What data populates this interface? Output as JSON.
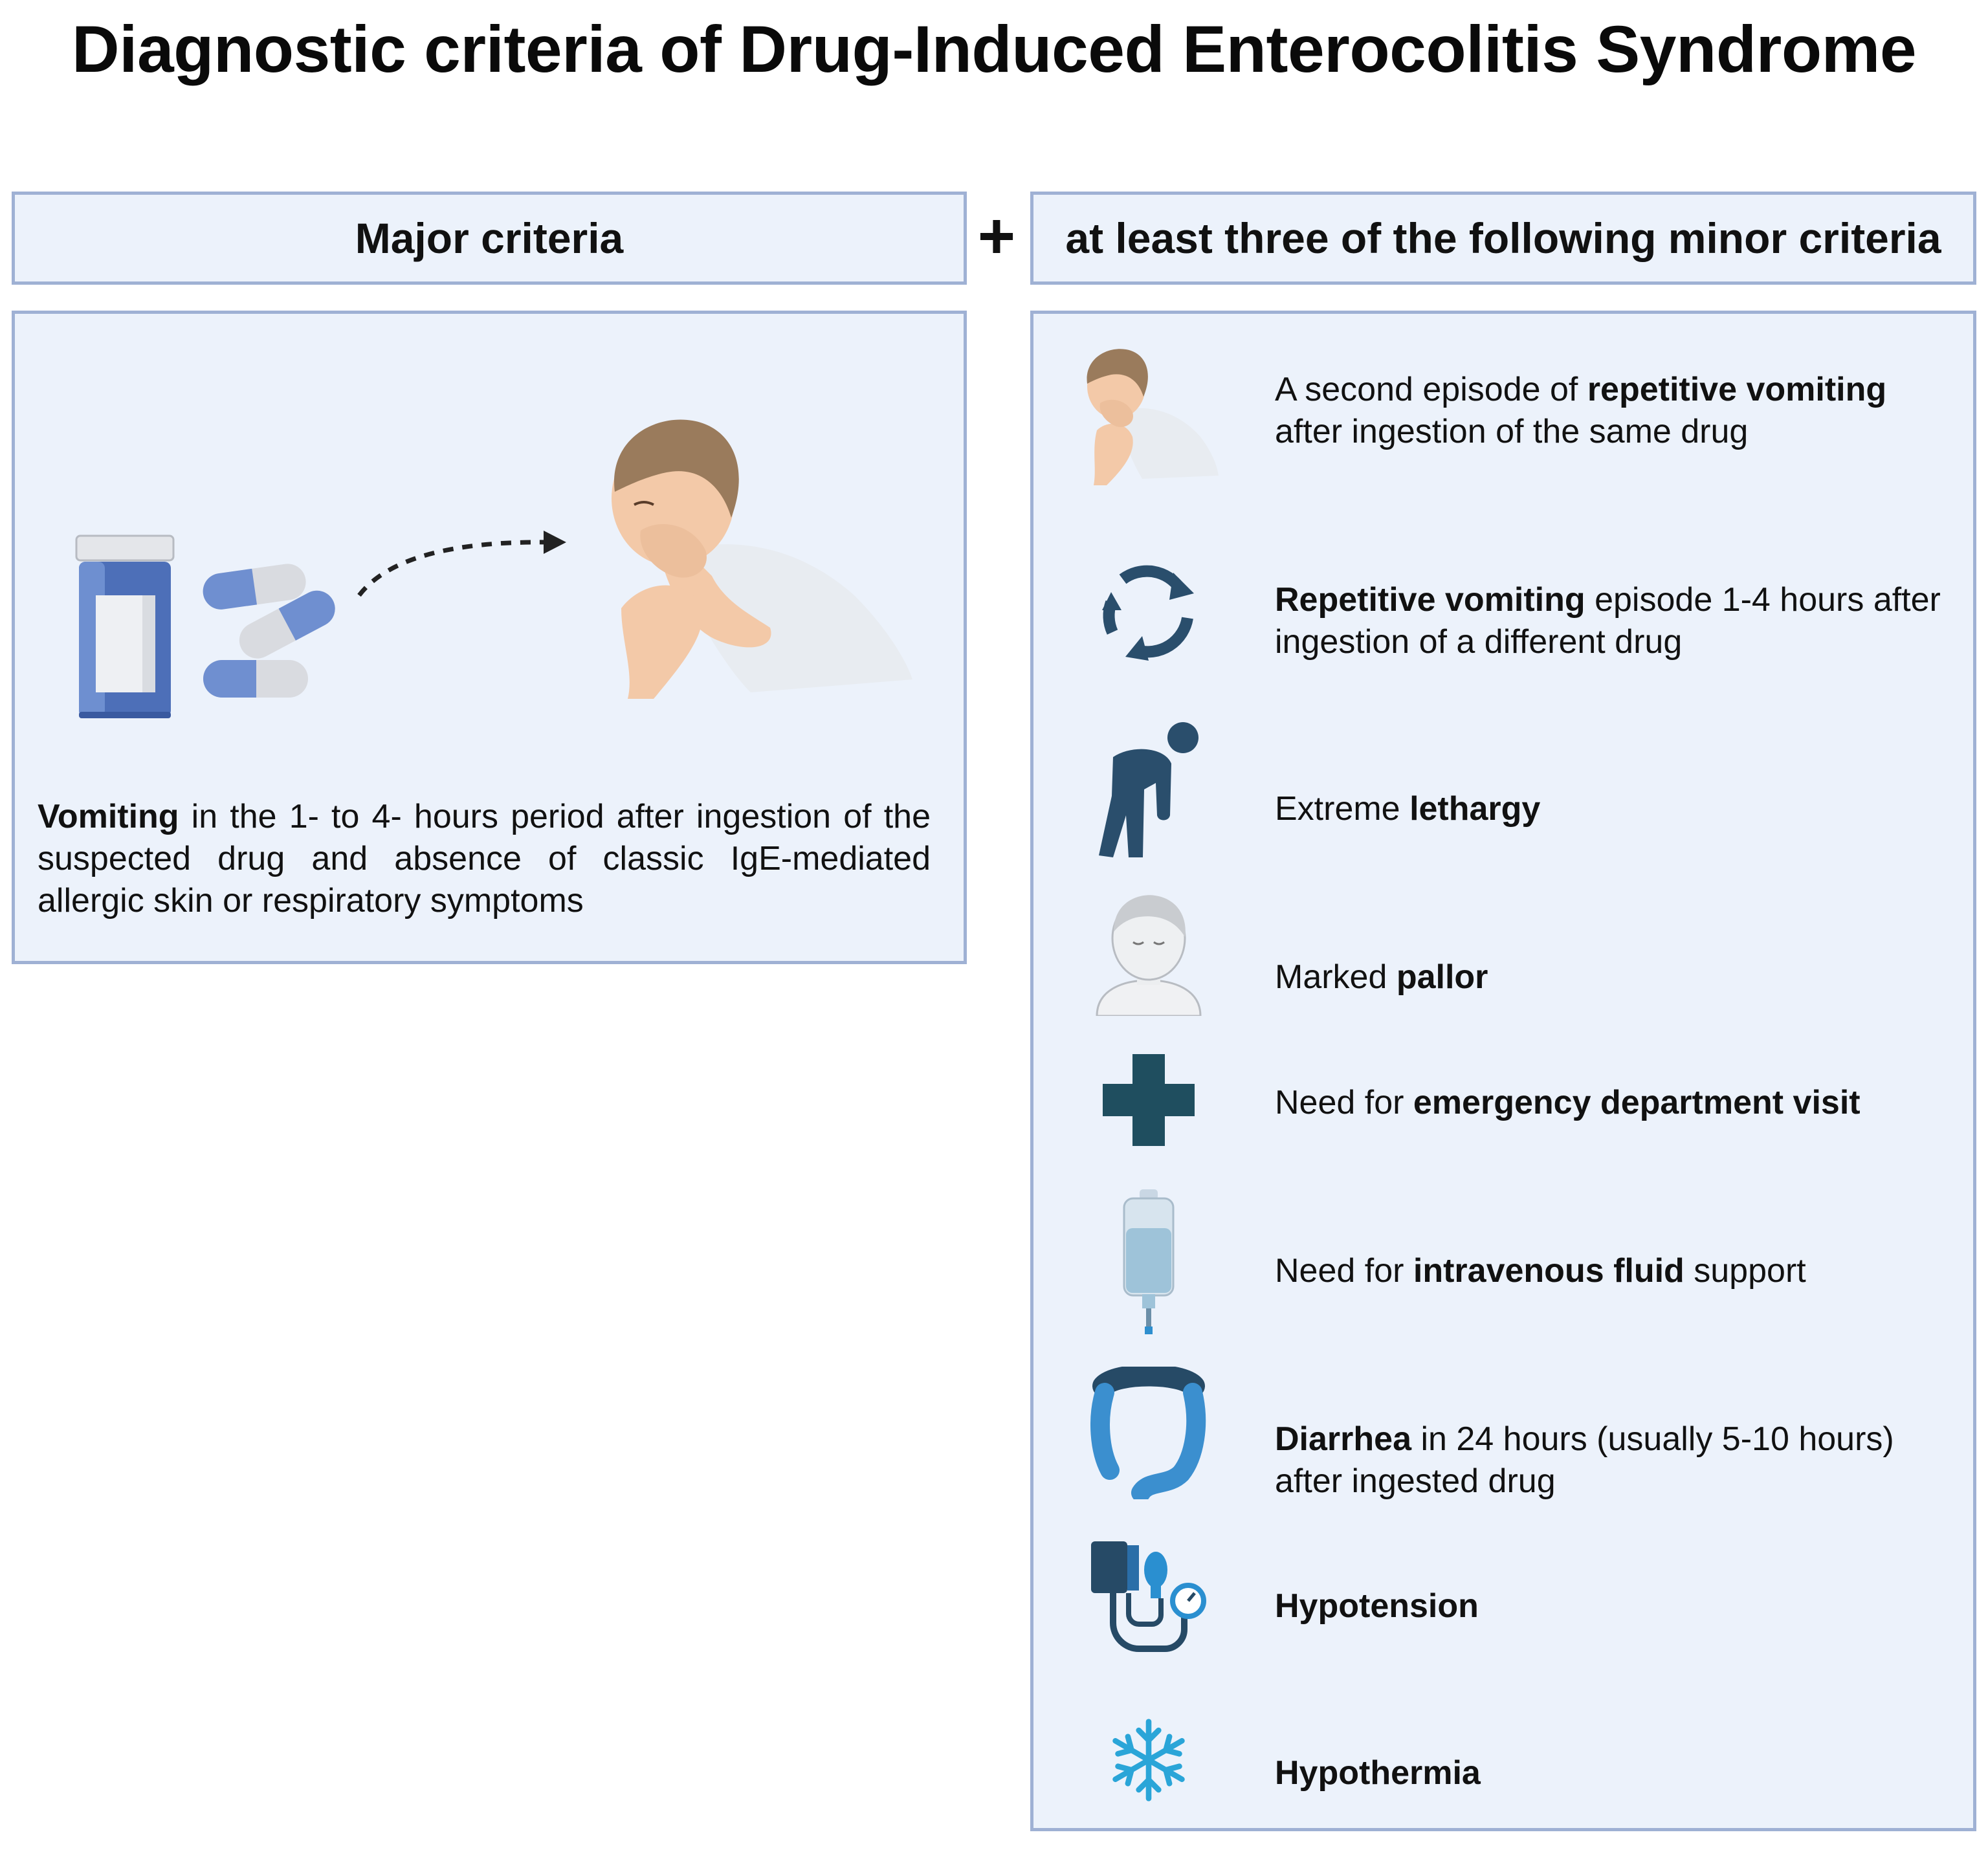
{
  "title": "Diagnostic criteria of Drug-Induced Enterocolitis Syndrome",
  "plus_sign": "+",
  "major": {
    "header": "Major criteria",
    "text_bold": "Vomiting",
    "text_rest": " in the 1- to 4- hours period after ingestion of the suspected drug and absence of classic IgE-mediated allergic skin or respiratory symptoms"
  },
  "minor": {
    "header": "at least three of the following minor criteria",
    "items": [
      {
        "icon": "vomiting-person-icon",
        "pre": "A second episode of ",
        "bold": "repetitive vomiting",
        "post": " after ingestion of the same drug"
      },
      {
        "icon": "cycle-arrows-icon",
        "pre": "",
        "bold": "Repetitive vomiting",
        "post": " episode 1-4 hours after ingestion of a different drug"
      },
      {
        "icon": "lethargic-person-icon",
        "pre": "Extreme ",
        "bold": "lethargy",
        "post": ""
      },
      {
        "icon": "pale-child-icon",
        "pre": "Marked ",
        "bold": "pallor",
        "post": ""
      },
      {
        "icon": "medical-cross-icon",
        "pre": "Need for ",
        "bold": "emergency department visit",
        "post": ""
      },
      {
        "icon": "iv-bag-icon",
        "pre": "Need for ",
        "bold": "intravenous fluid",
        "post": " support"
      },
      {
        "icon": "intestine-icon",
        "pre": "",
        "bold": "Diarrhea",
        "post": " in 24 hours (usually 5-10 hours) after ingested drug"
      },
      {
        "icon": "blood-pressure-cuff-icon",
        "pre": "",
        "bold": "Hypotension",
        "post": ""
      },
      {
        "icon": "snowflake-icon",
        "pre": "",
        "bold": "Hypothermia",
        "post": ""
      }
    ]
  },
  "colors": {
    "box_fill": "#ecf2fb",
    "box_border": "#9fb1d4",
    "pill_blue": "#6f8fd0",
    "dark_teal": "#1f4e6a",
    "intestine_blue": "#3b8fcf",
    "snowflake": "#2aa5d8"
  }
}
